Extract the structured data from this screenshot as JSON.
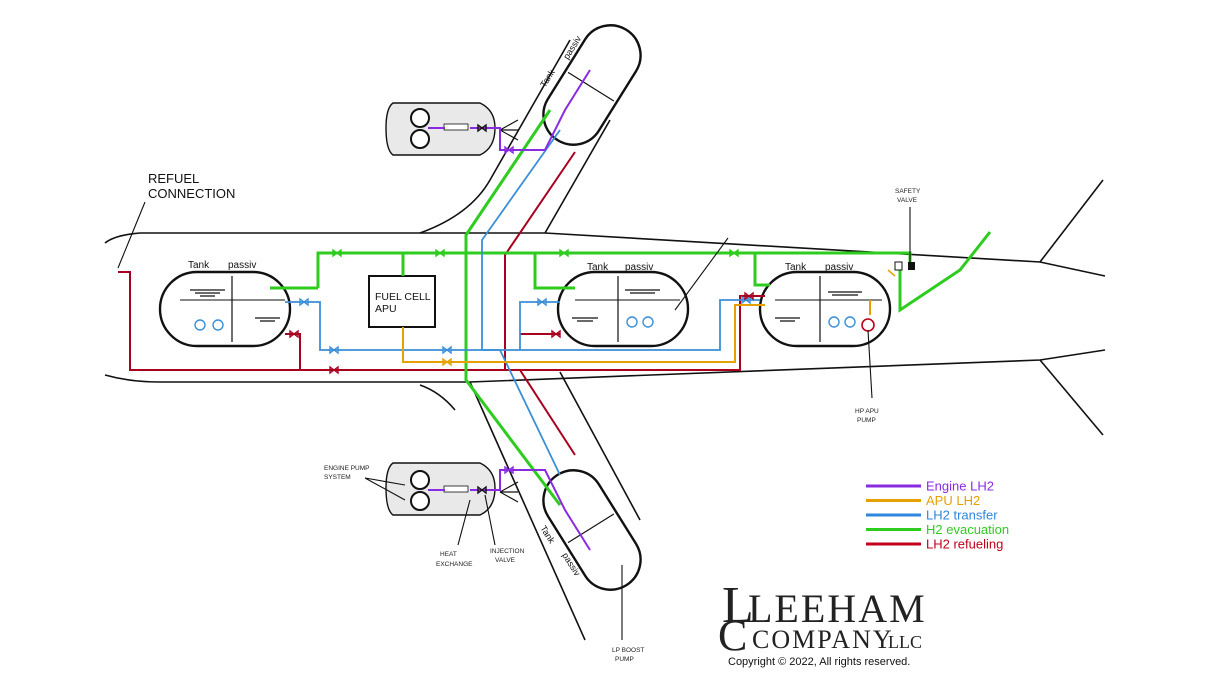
{
  "labels": {
    "refuel_line1": "REFUEL",
    "refuel_line2": "CONNECTION",
    "fuel_cell_line1": "FUEL CELL",
    "fuel_cell_line2": "APU",
    "tank_word": "Tank",
    "passiv_word": "passiv",
    "safety_line1": "SAFETY",
    "safety_line2": "VALVE",
    "hp_line1": "HP APU",
    "hp_line2": "PUMP",
    "engine_pump": "ENGINE PUMP",
    "system": "SYSTEM",
    "heat_line1": "HEAT",
    "heat_line2": "EXCHANGE",
    "injection_line1": "INJECTION",
    "injection_line2": "VALVE",
    "lp_line1": "LP BOOST",
    "lp_line2": "PUMP"
  },
  "legend": [
    {
      "label": "Engine LH2",
      "color": "#8a2be2"
    },
    {
      "label": "APU LH2",
      "color": "#e6a100"
    },
    {
      "label": "LH2 transfer",
      "color": "#2e86de"
    },
    {
      "label": "H2 evacuation",
      "color": "#2ecc1f"
    },
    {
      "label": "LH2 refueling",
      "color": "#c0001a"
    }
  ],
  "logo": {
    "line1": "LEEHAM",
    "line2": "COMPANY",
    "suffix": "LLC",
    "copyright": "Copyright © 2022, All rights reserved."
  },
  "colors": {
    "engine": "#8a2be2",
    "apu": "#e6a100",
    "transfer": "#3a8fd8",
    "evac": "#2ecc1f",
    "refuel": "#a8001f",
    "outline": "#111111"
  }
}
